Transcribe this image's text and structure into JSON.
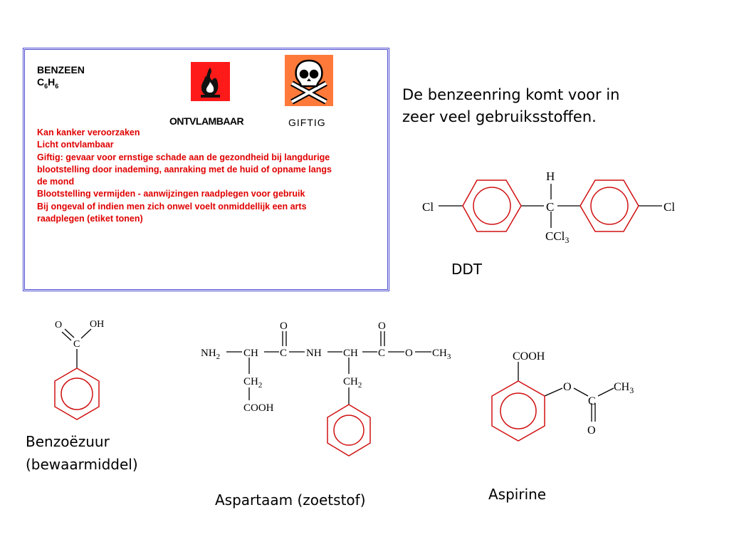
{
  "label": {
    "substance": "BENZEEN",
    "formula": {
      "c": "C",
      "c_sub": "6",
      "h": "H",
      "h_sub": "6"
    },
    "pictogram_flammable_caption": "ONTVLAMBAAR",
    "pictogram_toxic_caption": "GIFTIG",
    "warnings": [
      "Kan kanker veroorzaken",
      "Licht ontvlambaar",
      "Giftig: gevaar voor ernstige schade aan de gezondheid bij langdurige",
      "blootstelling door inademing, aanraking met de huid of opname langs",
      "de mond",
      "Blootstelling vermijden - aanwijzingen raadplegen voor gebruik",
      "Bij ongeval of indien men zich onwel voelt onmiddellijk een arts",
      "raadplegen (etiket tonen)"
    ]
  },
  "intro": [
    "De benzeenring komt voor in",
    "zeer veel gebruiksstoffen."
  ],
  "ddt": {
    "name": "DDT",
    "atoms": {
      "cl": "Cl",
      "h": "H",
      "c": "C",
      "ccl3": "CCl",
      "ccl3_sub": "3"
    }
  },
  "benzoic_acid": {
    "name_line1": "Benzoëzuur",
    "name_line2": "(bewaarmiddel)",
    "atoms": {
      "o": "O",
      "oh": "OH",
      "c": "C"
    }
  },
  "aspartame": {
    "name": "Aspartaam (zoetstof)",
    "atoms": {
      "nh2": "NH",
      "nh2_sub": "2",
      "ch": "CH",
      "c": "C",
      "nh": "NH",
      "o": "O",
      "ch3": "CH",
      "ch3_sub": "3",
      "ch2": "CH",
      "ch2_sub": "2",
      "cooh": "COOH"
    }
  },
  "aspirin": {
    "name": "Aspirine",
    "atoms": {
      "cooh": "COOH",
      "o": "O",
      "c": "C",
      "ch3": "CH",
      "ch3_sub": "3"
    }
  },
  "colors": {
    "ring": "#d01010",
    "warning_text": "#e00000",
    "label_border": "#4a4ad0",
    "flame_sign": "#ff1a1a",
    "toxic_sign": "#ff7a3a"
  }
}
